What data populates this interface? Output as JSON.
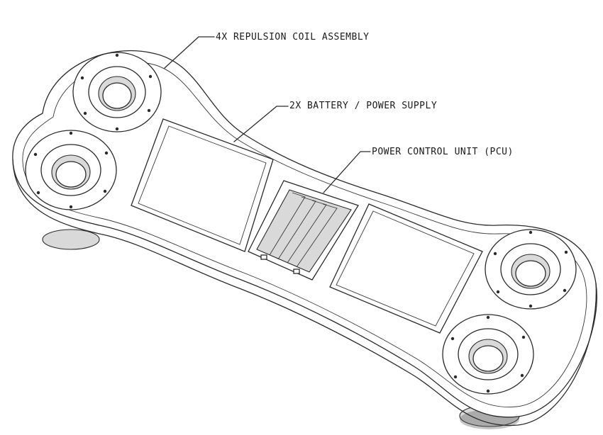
{
  "diagram": {
    "callouts": [
      {
        "id": "coils",
        "text": "4X  REPULSION COIL ASSEMBLY"
      },
      {
        "id": "battery",
        "text": "2X  BATTERY / POWER SUPPLY"
      },
      {
        "id": "pcu",
        "text": "POWER CONTROL UNIT (PCU)"
      }
    ],
    "line_color": "#2a2a2a",
    "background": "#ffffff"
  }
}
